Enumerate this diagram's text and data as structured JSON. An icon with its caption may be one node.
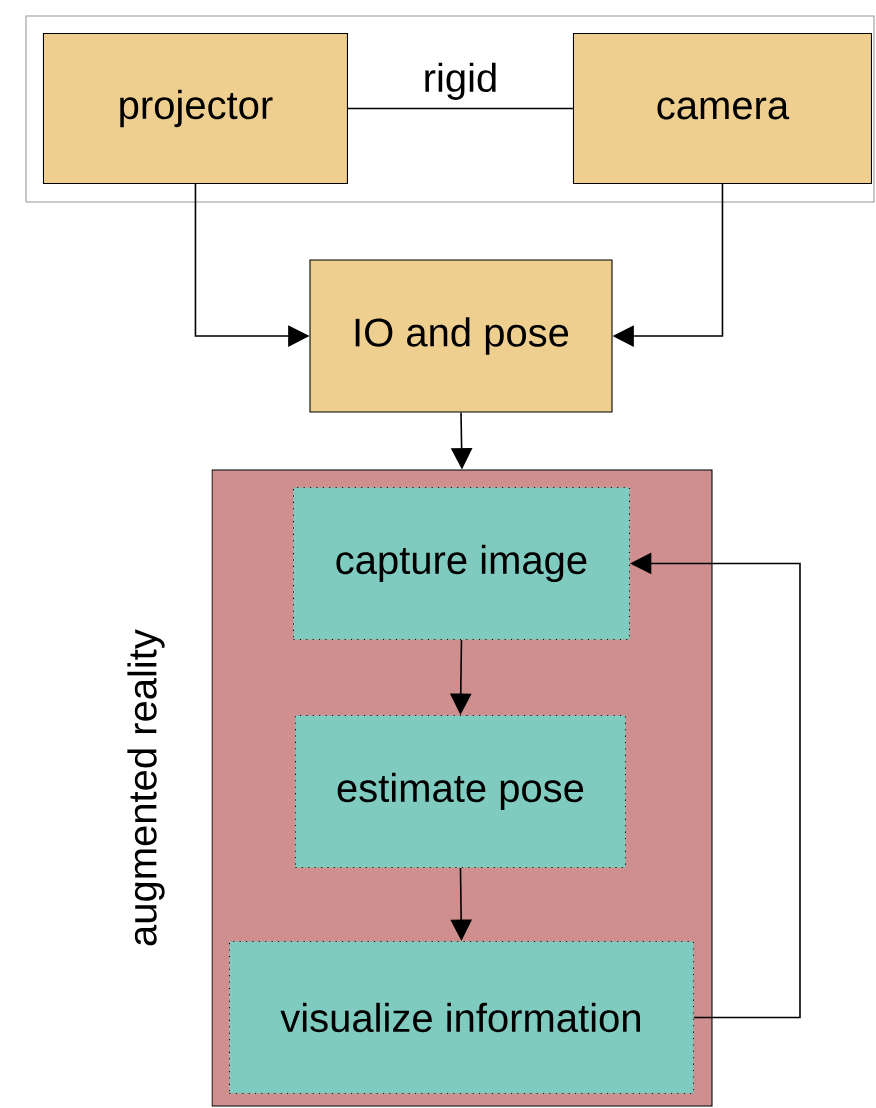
{
  "diagram": {
    "nodes": [
      {
        "text": [],
        "shape": "box"
      },
      {
        "text": [
          "projector"
        ],
        "in": 0
      },
      {
        "text": [
          "camera"
        ],
        "in": 0
      },
      {
        "text": [
          "IO and pose"
        ]
      },
      {
        "text": [
          "augmented reality"
        ]
      },
      {
        "text": [
          "capture image"
        ],
        "in": 4
      },
      {
        "text": [
          "estimate pose"
        ],
        "in": 4
      },
      {
        "text": [
          "visualize information"
        ],
        "in": 4
      }
    ],
    "edges": [
      {
        "from": 1,
        "to": 2,
        "arrow": "none",
        "label": "rigid"
      },
      {
        "from": 1,
        "to": 3,
        "arrow": "to"
      },
      {
        "from": 2,
        "to": 3,
        "arrow": "to"
      },
      {
        "from": 3,
        "to": 4,
        "arrow": "to"
      },
      {
        "from": 5,
        "to": 6,
        "arrow": "to"
      },
      {
        "from": 6,
        "to": 7,
        "arrow": "to"
      },
      {
        "from": 7,
        "to": 5,
        "arrow": "to"
      }
    ]
  }
}
